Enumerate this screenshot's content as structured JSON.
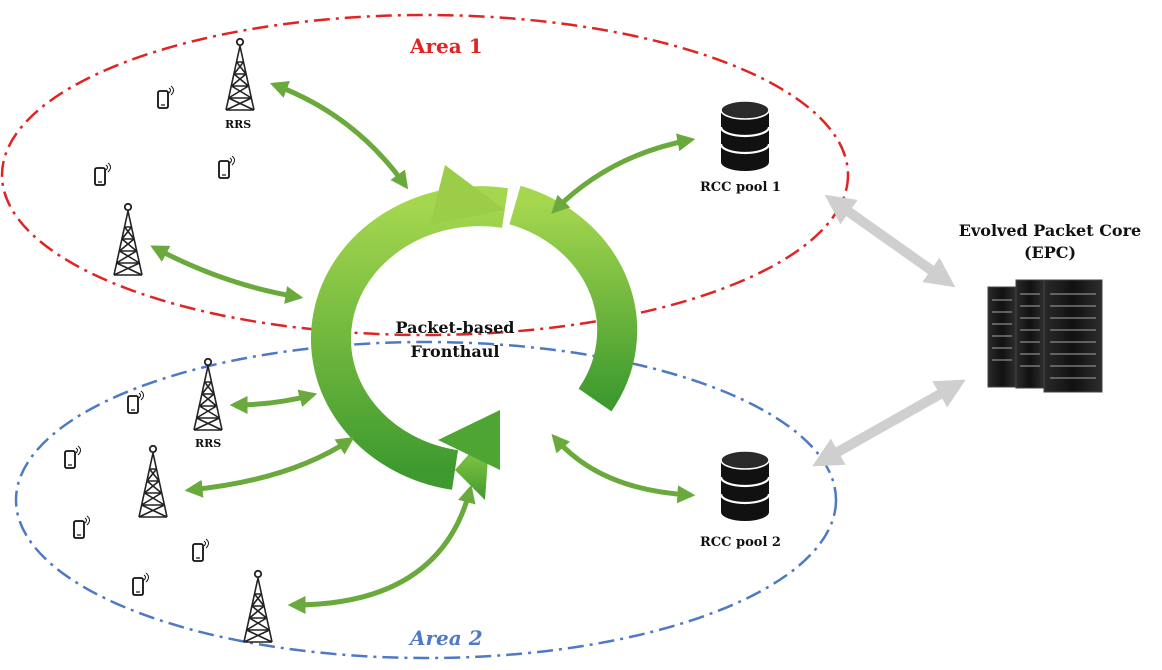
{
  "areas": {
    "area1": {
      "title": "Area 1",
      "color": "#e02424"
    },
    "area2": {
      "title": "Area 2",
      "color": "#4e79c4"
    }
  },
  "rrs_label": "RRS",
  "fronthaul": {
    "line1": "Packet-based",
    "line2": "Fronthaul",
    "color": "#6cb33f"
  },
  "rcc_pools": [
    {
      "label": "RCC pool 1"
    },
    {
      "label": "RCC pool 2"
    }
  ],
  "epc": {
    "line1": "Evolved Packet Core",
    "line2": "(EPC)"
  },
  "icons": {
    "tower": "cell-tower-icon",
    "phone": "mobile-phone-icon",
    "database": "database-icon",
    "server": "server-rack-icon"
  },
  "link_color": "#6aaa3c",
  "backhaul_color": "#cfcfcf"
}
